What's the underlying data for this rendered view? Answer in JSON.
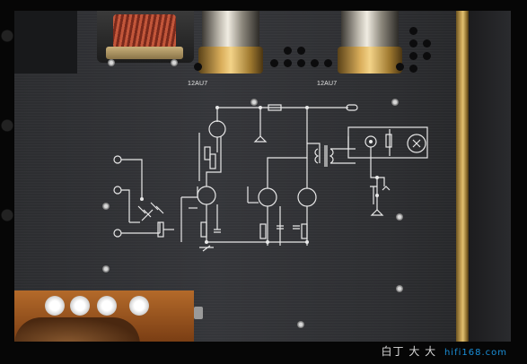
{
  "photo": {
    "tube_labels": [
      "12AU7",
      "12AU7"
    ]
  },
  "watermark": {
    "text": "白丁 大 大 ",
    "site": "hifi168.com"
  }
}
